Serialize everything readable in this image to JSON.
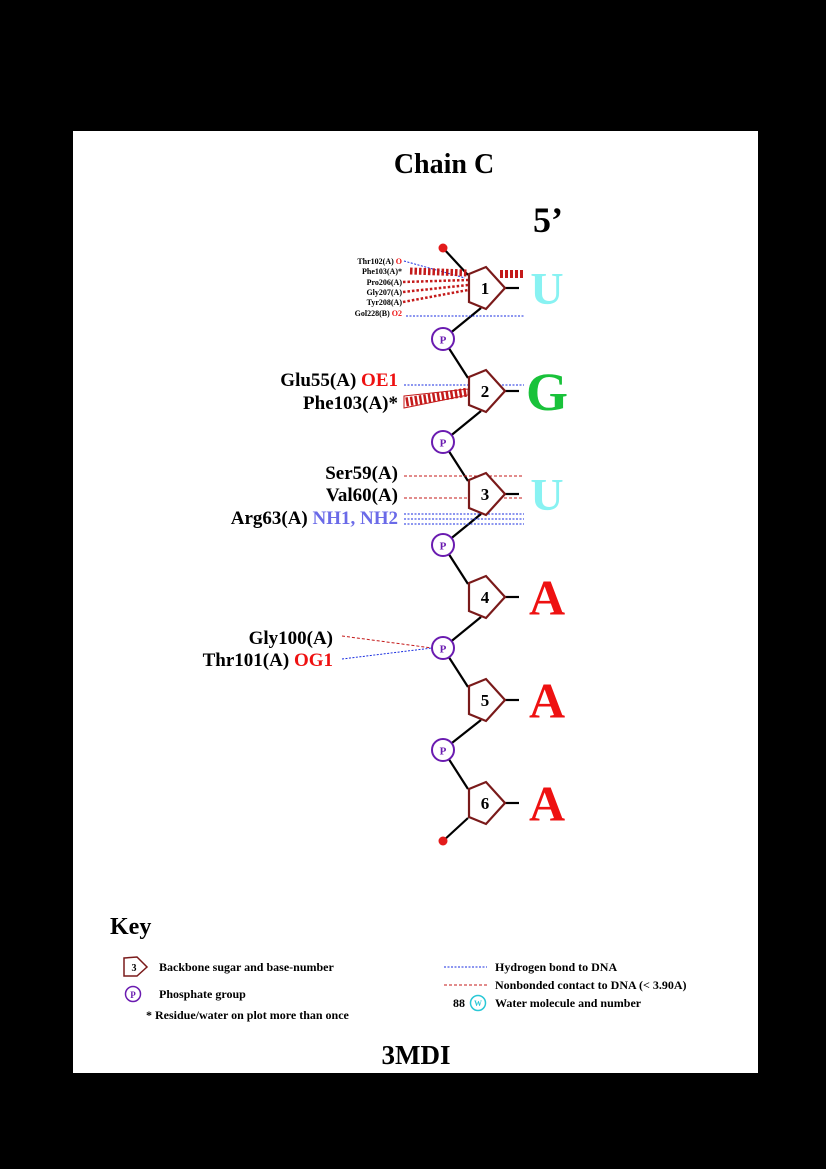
{
  "title": "Chain C",
  "five_prime": "5’",
  "pdb_id": "3MDI",
  "colors": {
    "sugar": "#7a1a1a",
    "phosphate": "#6a1bb0",
    "terminal_dot": "#e31b1b",
    "hbond": "#1a2ee0",
    "nonbonded": "#c41a1a",
    "base_U": "#88f2f2",
    "base_G": "#19c23a",
    "base_A": "#ee1111",
    "atom_red": "#ee1111",
    "atom_blue": "#6a6ae8",
    "water": "#29c8d6"
  },
  "nucleotides": [
    {
      "number": "1",
      "base": "U"
    },
    {
      "number": "2",
      "base": "G"
    },
    {
      "number": "3",
      "base": "U"
    },
    {
      "number": "4",
      "base": "A"
    },
    {
      "number": "5",
      "base": "A"
    },
    {
      "number": "6",
      "base": "A"
    }
  ],
  "phosphate_label": "P",
  "contacts": {
    "nuc1": [
      {
        "residue": "Thr102(A)",
        "atom": "O",
        "atom_color": "red",
        "type": "hbond"
      },
      {
        "residue": "Phe103(A)*",
        "atom": "",
        "atom_color": "",
        "type": "nonbonded"
      },
      {
        "residue": "Pro206(A)",
        "atom": "",
        "atom_color": "",
        "type": "nonbonded"
      },
      {
        "residue": "Gly207(A)",
        "atom": "",
        "atom_color": "",
        "type": "nonbonded"
      },
      {
        "residue": "Tyr208(A)",
        "atom": "",
        "atom_color": "",
        "type": "nonbonded"
      },
      {
        "residue": "Gol228(B)",
        "atom": "O2",
        "atom_color": "red",
        "type": "hbond"
      }
    ],
    "nuc2": [
      {
        "residue": "Glu55(A)",
        "atom": "OE1",
        "atom_color": "red",
        "type": "hbond"
      },
      {
        "residue": "Phe103(A)*",
        "atom": "",
        "atom_color": "",
        "type": "nonbonded"
      }
    ],
    "nuc3": [
      {
        "residue": "Ser59(A)",
        "atom": "",
        "atom_color": "",
        "type": "nonbonded"
      },
      {
        "residue": "Val60(A)",
        "atom": "",
        "atom_color": "",
        "type": "nonbonded"
      },
      {
        "residue": "Arg63(A)",
        "atom": "NH1, NH2",
        "atom_color": "blue",
        "type": "hbond"
      }
    ],
    "phosphate4": [
      {
        "residue": "Gly100(A)",
        "atom": "",
        "atom_color": "",
        "type": "nonbonded"
      },
      {
        "residue": "Thr101(A)",
        "atom": "OG1",
        "atom_color": "red",
        "type": "hbond"
      }
    ]
  },
  "key": {
    "heading": "Key",
    "sugar_sample": "3",
    "sugar_text": "Backbone sugar and base-number",
    "phosphate_sample": "P",
    "phosphate_text": "Phosphate group",
    "asterisk_text": "* Residue/water on plot more than once",
    "hbond_text": "Hydrogen bond to DNA",
    "nonbonded_text": "Nonbonded contact to DNA (< 3.90A)",
    "water_number": "88",
    "water_sample": "W",
    "water_text": "Water molecule and number"
  }
}
